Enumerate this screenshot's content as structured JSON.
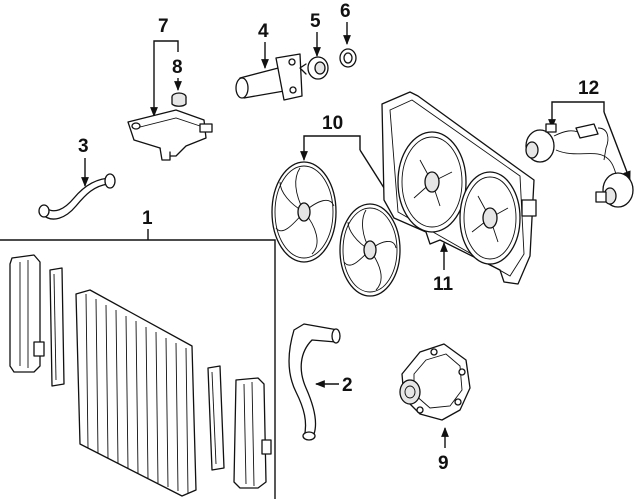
{
  "callouts": [
    {
      "id": "1",
      "label": "1"
    },
    {
      "id": "2",
      "label": "2"
    },
    {
      "id": "3",
      "label": "3"
    },
    {
      "id": "4",
      "label": "4"
    },
    {
      "id": "5",
      "label": "5"
    },
    {
      "id": "6",
      "label": "6"
    },
    {
      "id": "7",
      "label": "7"
    },
    {
      "id": "8",
      "label": "8"
    },
    {
      "id": "9",
      "label": "9"
    },
    {
      "id": "10",
      "label": "10"
    },
    {
      "id": "11",
      "label": "11"
    },
    {
      "id": "12",
      "label": "12"
    }
  ],
  "colors": {
    "line": "#111111",
    "background": "#ffffff",
    "shade": "#e6e6e6"
  }
}
